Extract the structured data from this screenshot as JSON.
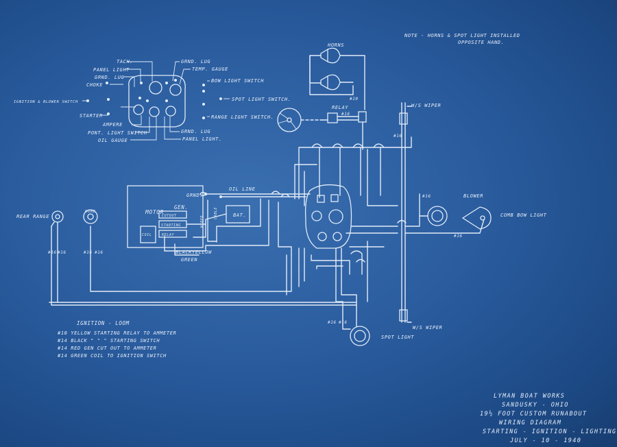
{
  "note": {
    "line1": "NOTE - HORNS & SPOT LIGHT INSTALLED",
    "line2": "OPPOSITE HAND."
  },
  "dashboard_labels": {
    "tach": "TACH.",
    "panel_light_top": "PANEL LIGHT",
    "grnd_lug_left": "GRND. LUG",
    "choke": "CHOKE",
    "ignition_switch": "IGNITION & BLOWER SWITCH",
    "starter": "STARTER",
    "ampere": "AMPERE",
    "pont_light_switch": "PONT. LIGHT SWITCH",
    "oil_gauge": "OIL GAUGE",
    "grnd_lug_top": "GRND. LUG",
    "temp_gauge": "TEMP. GAUGE",
    "bow_light_switch": "BOW LIGHT SWITCH",
    "spot_light_switch": "SPOT LIGHT SWITCH.",
    "range_light_switch": "RANGE LIGHT SWITCH.",
    "grnd_lug_bottom": "GRND. LUG",
    "panel_light_bottom": "PANEL LIGHT."
  },
  "component_labels": {
    "horns": "HORNS",
    "relay": "RELAY",
    "ws_wiper_top": "W/S WIPER",
    "ws_wiper_bottom": "W/S WIPER",
    "blower": "BLOWER",
    "comb_bow_light": "COMB BOW LIGHT",
    "rear_range": "REAR RANGE",
    "dome": "DOME",
    "motor": "MOTOR",
    "gen": "GEN.",
    "cutout": "CUTOUT",
    "starting": "STARTING",
    "relay_small": "RELAY",
    "coil": "COIL",
    "wired": "WIRED",
    "cable": "CABLE",
    "bat": "BAT.",
    "grnd": "GRND.",
    "oil_line": "OIL LINE",
    "black": "BLACK",
    "yellow": "YELLOW",
    "green": "GREEN",
    "spot_light": "SPOT LIGHT"
  },
  "wire_gauges": {
    "g10": "#10",
    "g16": "#16",
    "g14": "#14",
    "g16_pair_a": "#16",
    "g16_pair_b": "#16"
  },
  "legend": {
    "title": "IGNITION - LOOM",
    "rows": [
      "#10 YELLOW  STARTING RELAY TO AMMETER",
      "#14 BLACK     \"      \"   \" STARTING SWITCH",
      "#14 RED    GEN CUT OUT TO AMMETER",
      "#14 GREEN   COIL TO IGNITION SWITCH"
    ]
  },
  "title_block": {
    "company": "LYMAN BOAT WORKS",
    "location": "SANDUSKY - OHIO",
    "model": "19½ FOOT  CUSTOM RUNABOUT",
    "drawing": "WIRING DIAGRAM",
    "subject": "STARTING - IGNITION - LIGHTING",
    "date": "JULY - 10 - 1940"
  },
  "colors": {
    "paper": "#2a5c9e",
    "ink": "#e3ecf8"
  }
}
